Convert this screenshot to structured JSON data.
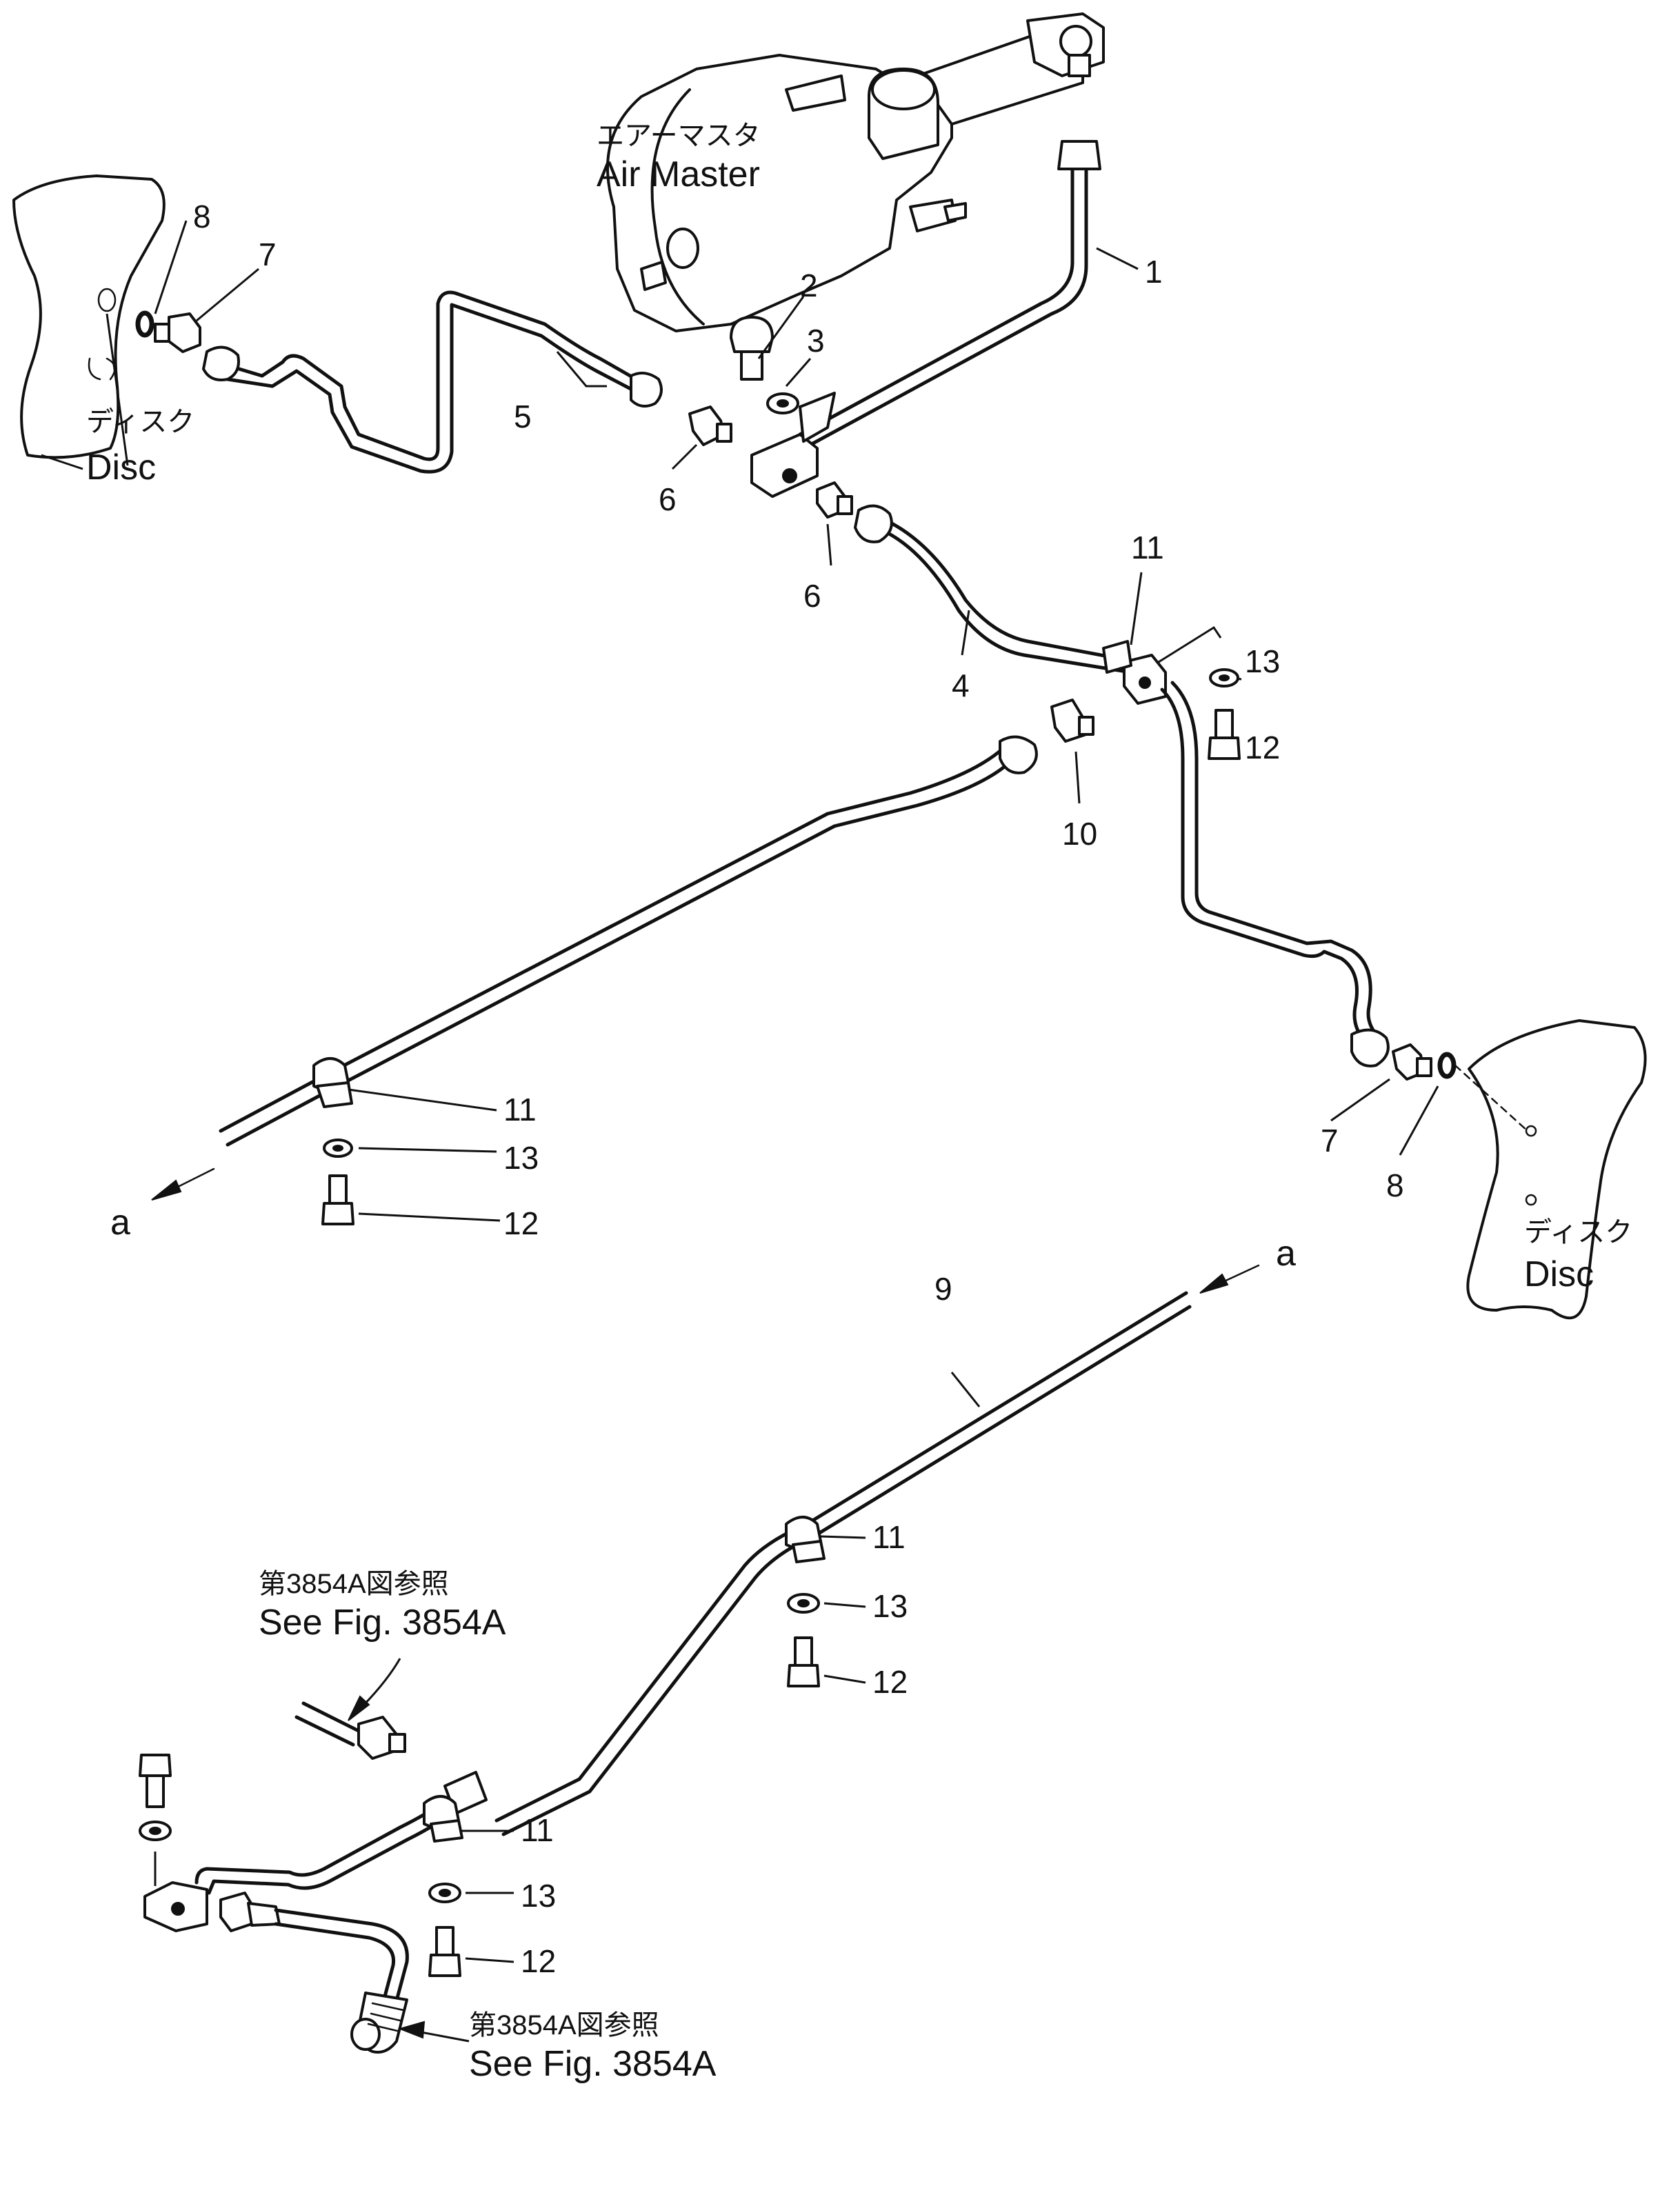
{
  "labels": {
    "air_master_jp": "エアーマスタ",
    "air_master_en": "Air Master",
    "disc_jp": "ディスク",
    "disc_en": "Disc",
    "see_fig_jp": "第3854A図参照",
    "see_fig_en": "See Fig. 3854A",
    "ref_a": "a"
  },
  "part_numbers": {
    "p1": "1",
    "p2": "2",
    "p3": "3",
    "p4": "4",
    "p5": "5",
    "p6": "6",
    "p7": "7",
    "p8": "8",
    "p9": "9",
    "p10": "10",
    "p11": "11",
    "p12": "12",
    "p13": "13"
  }
}
